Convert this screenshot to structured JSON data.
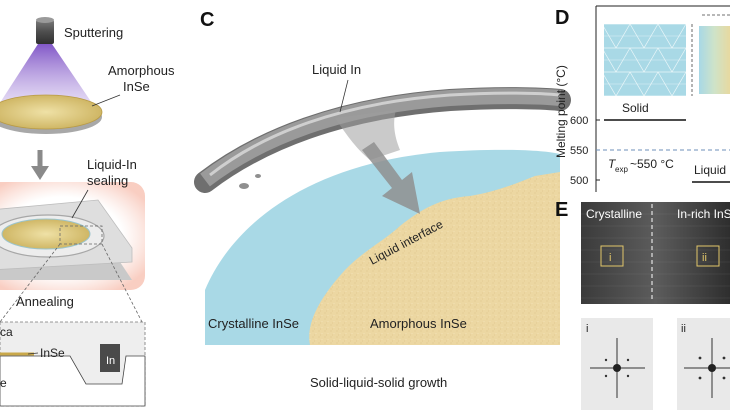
{
  "panel_a": {
    "sputtering": "Sputtering",
    "amorphous_line1": "Amorphous",
    "amorphous_line2": "InSe",
    "liquid_in_line1": "Liquid-In",
    "liquid_in_line2": "sealing",
    "annealing": "Annealing",
    "cross_section": {
      "silica_partial": "ca",
      "inse": "InSe",
      "in": "In",
      "bottom_partial": "e"
    }
  },
  "panel_c": {
    "label": "C",
    "liquid_in": "Liquid In",
    "liquid_interface": "Liquid interface",
    "crystalline": "Crystalline InSe",
    "amorphous": "Amorphous InSe",
    "caption": "Solid-liquid-solid growth"
  },
  "panel_d": {
    "label": "D",
    "ylabel": "Melting point (°C)",
    "ticks": [
      "600",
      "550",
      "500"
    ],
    "solid": "Solid",
    "texp_t": "T",
    "texp_sub": "exp",
    "texp_value": "~550 °C",
    "liquid_partial": "Liquid"
  },
  "panel_e": {
    "label": "E",
    "crystalline": "Crystalline",
    "in_rich_partial": "In-rich InS",
    "box_i": "i",
    "box_ii": "ii",
    "fft_i": "i",
    "fft_ii": "ii"
  },
  "colors": {
    "purple": "#8a63c9",
    "gold": "#d8c27a",
    "cyan": "#a9d9e6",
    "sand": "#ecd7a2",
    "stone": "#5a5a5a",
    "annealing_glow": "#f4b7a5"
  }
}
